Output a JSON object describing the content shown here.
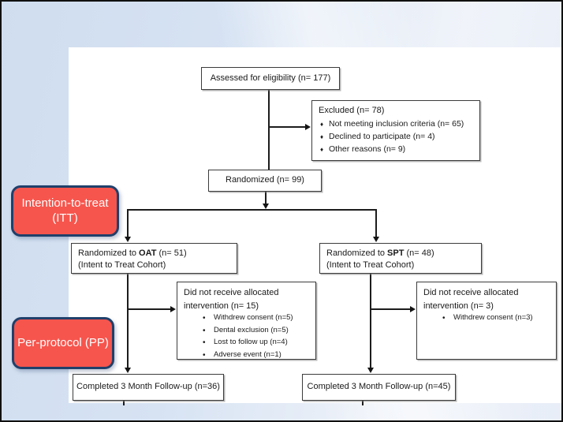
{
  "callouts": {
    "itt_label": "Intention-to-treat (ITT)",
    "pp_label": "Per-protocol (PP)",
    "fill_color": "#f6554d",
    "border_color": "#20406b"
  },
  "flow": {
    "assessed": "Assessed for eligibility (n= 177)",
    "excluded": {
      "title": "Excluded (n= 78)",
      "bullet": "♦",
      "items": [
        "Not meeting inclusion criteria (n= 65)",
        "Declined to participate (n= 4)",
        "Other reasons (n= 9)"
      ]
    },
    "randomized": "Randomized (n= 99)",
    "oat": {
      "prefix": "Randomized to ",
      "code": "OAT",
      "suffix": " (n= 51)",
      "line2": "(Intent to Treat Cohort)"
    },
    "spt": {
      "prefix": "Randomized to ",
      "code": "SPT",
      "suffix": " (n= 48)",
      "line2": "(Intent to Treat Cohort)"
    },
    "dnr_left": {
      "title": "Did not receive allocated intervention (n= 15)",
      "bullet": "•",
      "items": [
        "Withdrew consent (n=5)",
        "Dental exclusion (n=5)",
        "Lost to follow up (n=4)",
        "Adverse event (n=1)"
      ]
    },
    "dnr_right": {
      "title": "Did not receive allocated intervention (n= 3)",
      "bullet": "•",
      "items": [
        "Withdrew consent (n=3)"
      ]
    },
    "completed_left": "Completed 3 Month Follow-up (n=36)",
    "completed_right": "Completed 3 Month Follow-up (n=45)"
  }
}
